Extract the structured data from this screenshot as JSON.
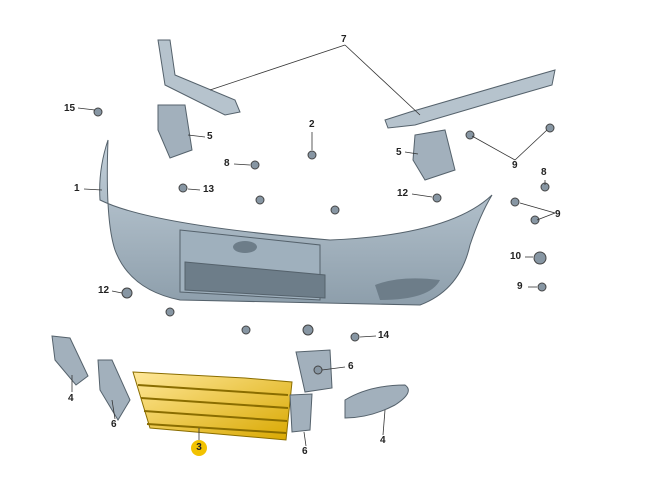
{
  "diagram": {
    "labels": [
      "7",
      "15",
      "5",
      "2",
      "8",
      "1",
      "13",
      "5",
      "12",
      "9",
      "8",
      "9",
      "10",
      "9",
      "12",
      "14",
      "6",
      "4",
      "6",
      "3",
      "6",
      "4"
    ],
    "colors": {
      "part": "#a9b8c4",
      "part_dark": "#7d8e9b",
      "highlight": "#f2c200",
      "line": "#333333"
    }
  }
}
